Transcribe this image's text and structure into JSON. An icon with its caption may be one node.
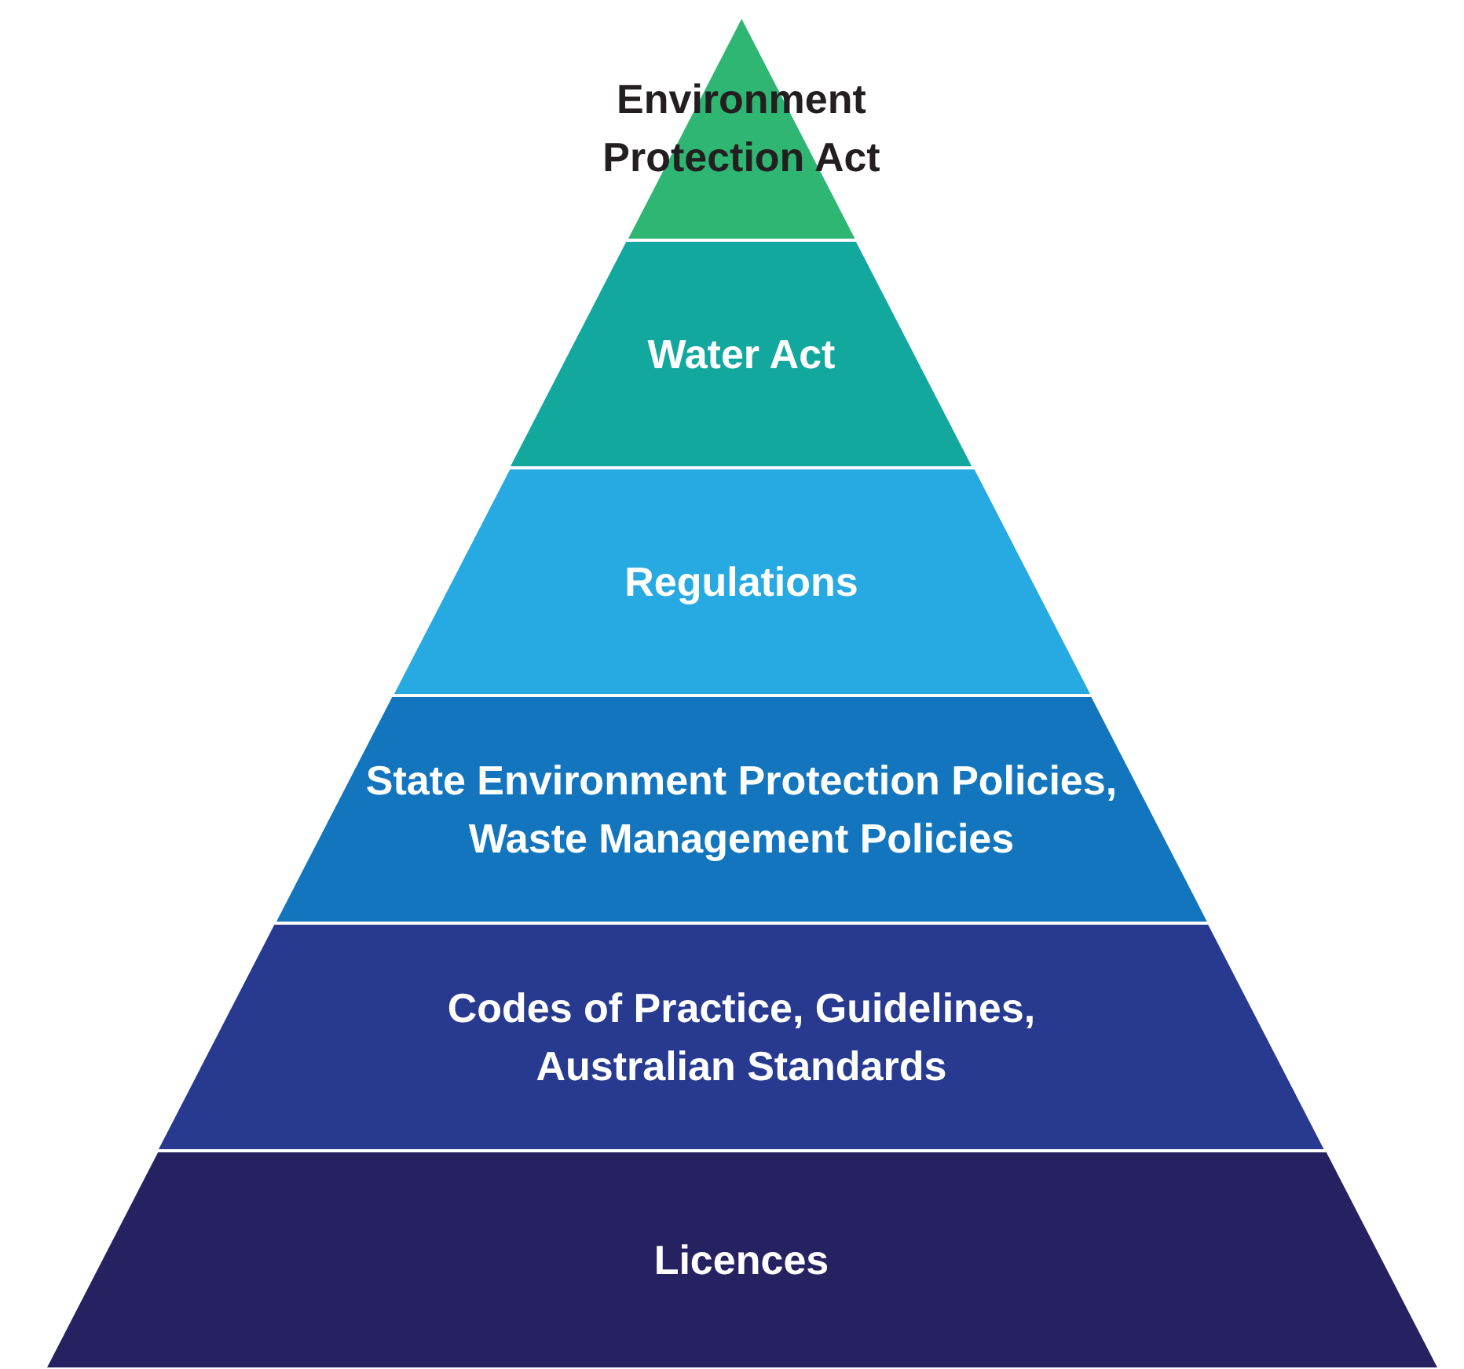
{
  "diagram": {
    "nodes": [
      {
        "text": [
          "Environment Protection Act"
        ]
      },
      {
        "text": [
          "Water Act"
        ]
      },
      {
        "text": [
          "Regulations"
        ]
      },
      {
        "text": [
          "State Environment Protection Policies, Waste Management Policies"
        ]
      },
      {
        "text": [
          "Codes of Practice, Guidelines, Australian Standards"
        ]
      },
      {
        "text": [
          "Licences"
        ]
      }
    ]
  }
}
